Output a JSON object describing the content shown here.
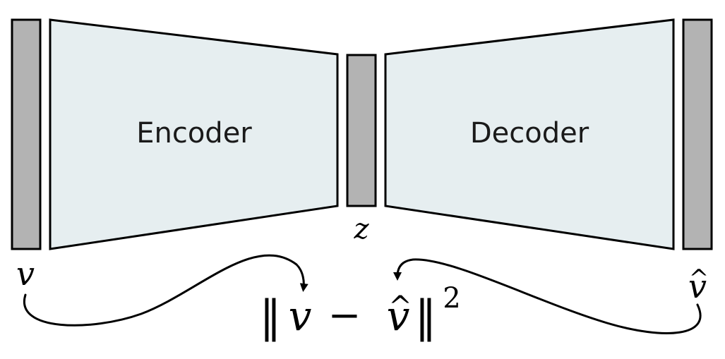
{
  "encoder": {
    "label": "Encoder"
  },
  "decoder": {
    "label": "Decoder"
  },
  "input": {
    "symbol": "v"
  },
  "latent": {
    "symbol": "z"
  },
  "output": {
    "symbol": "v",
    "hat": "^"
  },
  "loss": {
    "open_norm": "‖",
    "v": "v",
    "minus": "−",
    "v_hat": "v",
    "hat": "^",
    "close_norm": "‖",
    "exponent": "2"
  },
  "colors": {
    "bar_fill": "#b3b3b3",
    "block_fill": "#e6eef0",
    "stroke": "#000000"
  }
}
